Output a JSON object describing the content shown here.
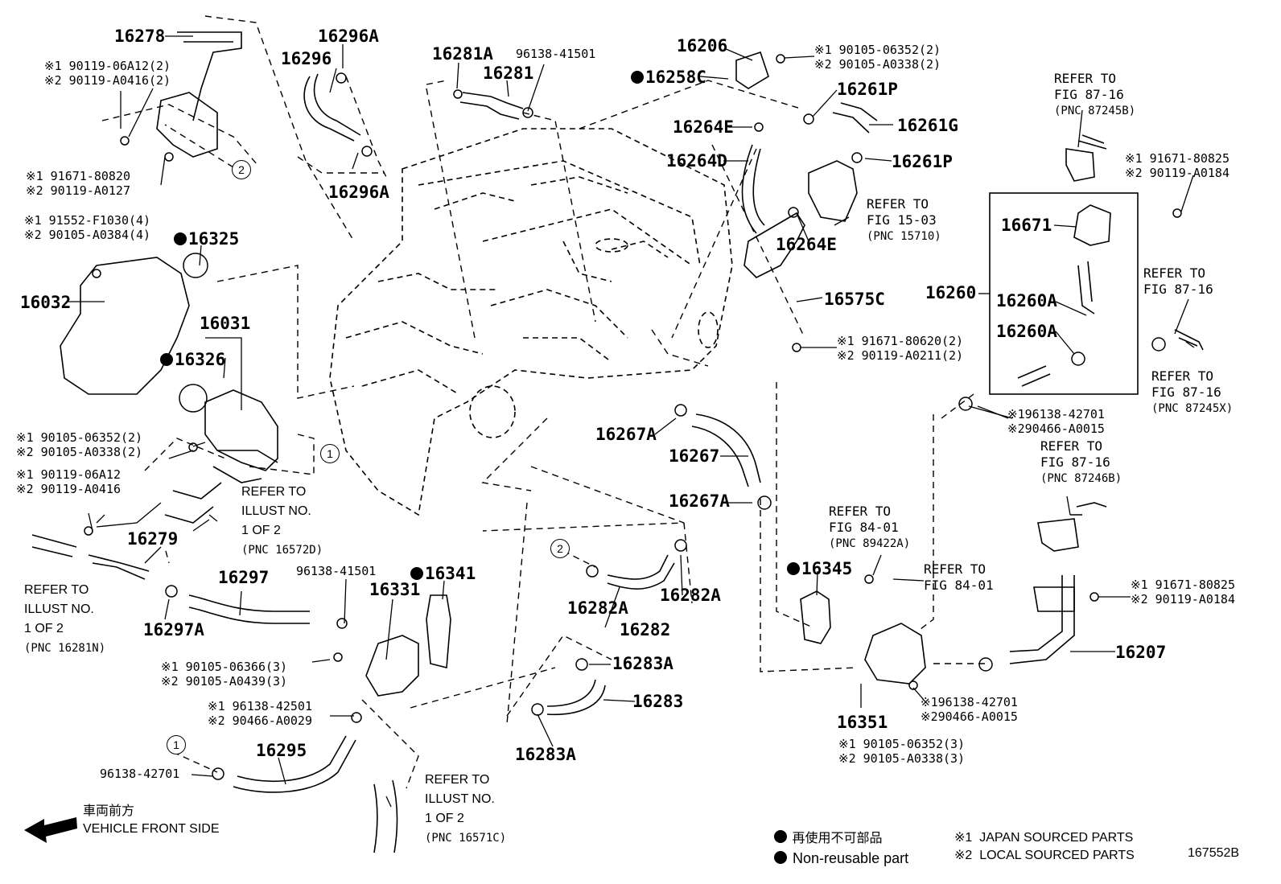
{
  "diagram_code": "167552B",
  "legend": {
    "nonreusable_jp": "再使用不可部品",
    "nonreusable_en": "Non-reusable part",
    "japan": "JAPAN SOURCED PARTS",
    "local": "LOCAL SOURCED PARTS",
    "mark1": "※1",
    "mark2": "※2"
  },
  "direction": {
    "jp": "車両前方",
    "en": "VEHICLE FRONT SIDE"
  },
  "circle_marks": {
    "one": "1",
    "two": "2"
  },
  "parts": {
    "p16278": "16278",
    "p16296A_top": "16296A",
    "p16296": "16296",
    "p16296A_bot": "16296A",
    "p16281A": "16281A",
    "p96138_41501_top": "96138-41501",
    "p16281": "16281",
    "p16206": "16206",
    "p16258C": "16258C",
    "p16261P_top": "16261P",
    "p16264E_top": "16264E",
    "p16261G": "16261G",
    "p16264D": "16264D",
    "p16261P_bot": "16261P",
    "p16264E_bot": "16264E",
    "p16325": "16325",
    "p16032": "16032",
    "p16031": "16031",
    "p16326": "16326",
    "p16575C": "16575C",
    "p16671": "16671",
    "p16260": "16260",
    "p16260A_a": "16260A",
    "p16260A_b": "16260A",
    "p16267A_top": "16267A",
    "p16267": "16267",
    "p16267A_bot": "16267A",
    "p16279": "16279",
    "p16297": "16297",
    "p16297A": "16297A",
    "p96138_41501_bot": "96138-41501",
    "p16341": "16341",
    "p16331": "16331",
    "p16282A_l": "16282A",
    "p16282A_r": "16282A",
    "p16282": "16282",
    "p16283A_top": "16283A",
    "p16283": "16283",
    "p16283A_bot": "16283A",
    "p16345": "16345",
    "p16351": "16351",
    "p16207": "16207",
    "p16295": "16295",
    "p96138_42701": "96138-42701"
  },
  "callouts": {
    "c1_a": "※1  90119-06A12(2)",
    "c1_b": "※2  90119-A0416(2)",
    "c2_a": "※1  91671-80820",
    "c2_b": "※2  90119-A0127",
    "c3_a": "※1  91552-F1030(4)",
    "c3_b": "※2  90105-A0384(4)",
    "c4_a": "※1  90105-06352(2)",
    "c4_b": "※2  90105-A0338(2)",
    "c5_a": "※1  90119-06A12",
    "c5_b": "※2  90119-A0416",
    "c6_a": "※1  90105-06352(2)",
    "c6_b": "※2  90105-A0338(2)",
    "c7_a": "※1  91671-80825",
    "c7_b": "※2  90119-A0184",
    "c8_a": "※1  91671-80620(2)",
    "c8_b": "※2  90119-A0211(2)",
    "c9_a": "※196138-42701",
    "c9_b": "※290466-A0015",
    "c10_a": "※1  91671-80825",
    "c10_b": "※2  90119-A0184",
    "c11_a": "※196138-42701",
    "c11_b": "※290466-A0015",
    "c12_a": "※1  90105-06352(3)",
    "c12_b": "※2  90105-A0338(3)",
    "c13_a": "※1  90105-06366(3)",
    "c13_b": "※2  90105-A0439(3)",
    "c14_a": "※1  96138-42501",
    "c14_b": "※2  90466-A0029"
  },
  "refs": {
    "r1": [
      "REFER TO",
      "FIG 87-16",
      "(PNC 87245B)"
    ],
    "r2": [
      "REFER TO",
      "FIG 15-03",
      "(PNC 15710)"
    ],
    "r3": [
      "REFER TO",
      "FIG 87-16"
    ],
    "r4": [
      "REFER TO",
      "FIG 87-16",
      "(PNC 87245X)"
    ],
    "r5": [
      "REFER TO",
      "FIG 87-16",
      "(PNC 87246B)"
    ],
    "r6": [
      "REFER TO",
      "FIG 84-01",
      "(PNC 89422A)"
    ],
    "r7": [
      "REFER TO",
      "FIG 84-01"
    ],
    "r8": [
      "REFER TO",
      "ILLUST NO.",
      "1 OF 2",
      "(PNC 16572D)"
    ],
    "r9": [
      "REFER TO",
      "ILLUST NO.",
      "1 OF 2",
      "(PNC 16281N)"
    ],
    "r10": [
      "REFER TO",
      "ILLUST NO.",
      "1 OF 2",
      "(PNC 16571C)"
    ]
  }
}
